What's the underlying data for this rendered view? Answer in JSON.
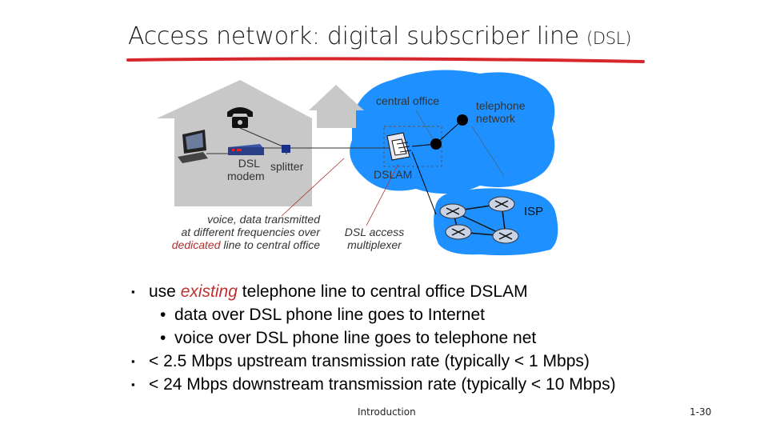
{
  "slide": {
    "title_main": "Access network: digital subscriber line",
    "title_paren": "(DSL)",
    "footer_center": "Introduction",
    "footer_right": "1-30"
  },
  "diagram": {
    "central_office": "central office",
    "telephone_network": "telephone network",
    "dsl_modem_1": "DSL",
    "dsl_modem_2": "modem",
    "splitter": "splitter",
    "dslam": "DSLAM",
    "isp": "ISP",
    "voice_line1": "voice, data transmitted",
    "voice_line2": "at different frequencies over",
    "voice_line3_red": "dedicated",
    "voice_line3_rest": "line to central office",
    "mux_1": "DSL access",
    "mux_2": "multiplexer"
  },
  "bullets": {
    "b1_pre": "use ",
    "b1_em": "existing",
    "b1_post": " telephone line to central office DSLAM",
    "b1_sub1": "data over DSL phone line goes to Internet",
    "b1_sub2": "voice over DSL phone line goes to telephone net",
    "b2": "< 2.5 Mbps upstream transmission rate (typically < 1 Mbps)",
    "b3": "< 24 Mbps downstream transmission rate (typically < 10 Mbps)"
  },
  "colors": {
    "accent_red": "#d7262c",
    "cloud_blue": "#1e90ff",
    "house_gray": "#c8c8c8"
  }
}
